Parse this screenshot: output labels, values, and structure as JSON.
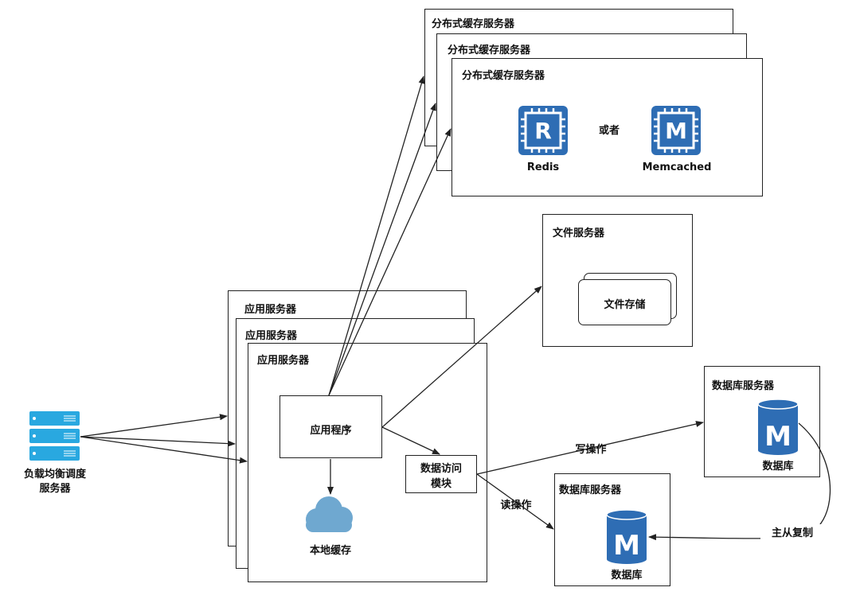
{
  "load_balancer": {
    "line1": "负载均衡调度",
    "line2": "服务器"
  },
  "cache_cluster": {
    "titles": [
      "分布式缓存服务器",
      "分布式缓存服务器",
      "分布式缓存服务器"
    ],
    "redis": {
      "icon_letter": "R",
      "label": "Redis"
    },
    "or_text": "或者",
    "memcached": {
      "icon_letter": "M",
      "label": "Memcached"
    }
  },
  "file_server": {
    "title": "文件服务器",
    "storage_label": "文件存储"
  },
  "app_cluster": {
    "titles": [
      "应用服务器",
      "应用服务器",
      "应用服务器"
    ],
    "app_program": "应用程序",
    "data_access_line1": "数据访问",
    "data_access_line2": "模块",
    "local_cache": "本地缓存"
  },
  "db_master": {
    "title": "数据库服务器",
    "db_label": "数据库",
    "icon_letter": "M"
  },
  "db_slave": {
    "title": "数据库服务器",
    "db_label": "数据库",
    "icon_letter": "M"
  },
  "edges": {
    "write": "写操作",
    "read": "读操作",
    "replication": "主从复制"
  },
  "colors": {
    "icon_blue": "#2e6db4",
    "lb_blue": "#29a8e0",
    "cloud_blue": "#6fa8d0",
    "line": "#222222"
  }
}
